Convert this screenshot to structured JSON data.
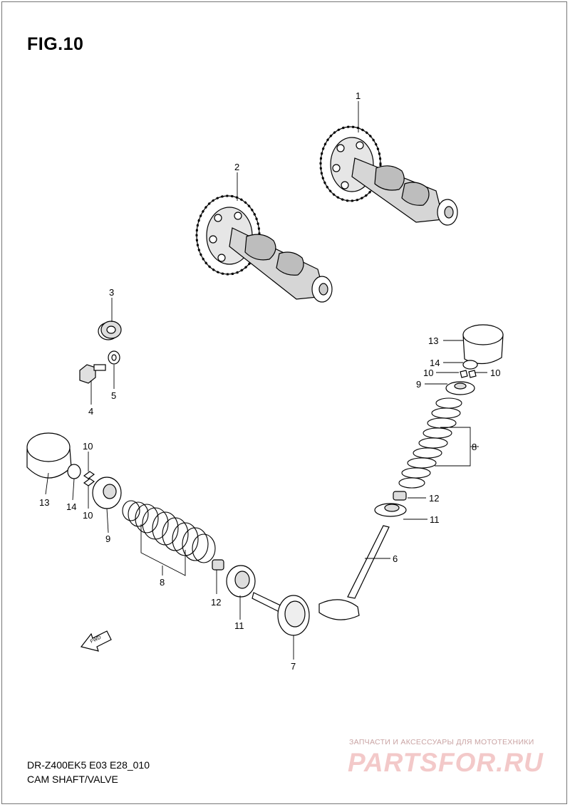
{
  "figure": {
    "title": "FIG.10",
    "model_code": "DR-Z400EK5 E03 E28_010",
    "section_name": "CAM SHAFT/VALVE"
  },
  "watermark": {
    "tagline": "ЗАПЧАСТИ И АКСЕССУАРЫ ДЛЯ МОТОТЕХНИКИ",
    "logo": "PARTSFOR.RU"
  },
  "direction_arrow": {
    "label": "FWD"
  },
  "callouts": {
    "c1": "1",
    "c2": "2",
    "c3": "3",
    "c4": "4",
    "c5": "5",
    "c6": "6",
    "c7": "7",
    "c8_left": "8",
    "c8_right": "8",
    "c9_left": "9",
    "c9_right": "9",
    "c10_left_top": "10",
    "c10_left_bottom": "10",
    "c10_right_a": "10",
    "c10_right_b": "10",
    "c11_left": "11",
    "c11_right": "11",
    "c12_left": "12",
    "c12_right": "12",
    "c13_left": "13",
    "c13_right": "13",
    "c14_left": "14",
    "c14_right": "14"
  }
}
